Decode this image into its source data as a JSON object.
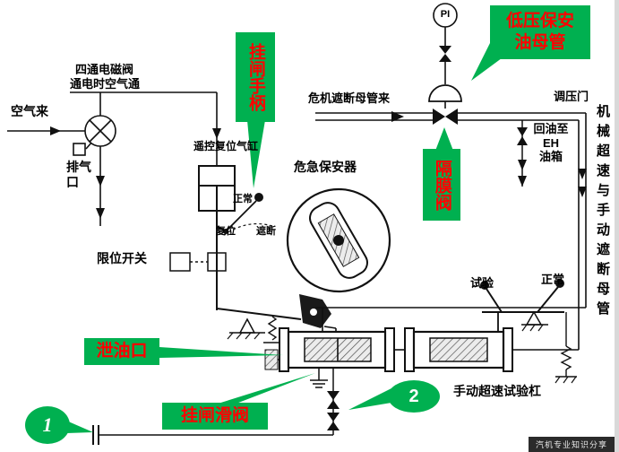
{
  "colors": {
    "green": "#00B050",
    "red": "#FF0000",
    "line": "#111111",
    "white": "#ffffff"
  },
  "gauge": {
    "label": "PI"
  },
  "callouts": {
    "latch_handle": {
      "text": "挂闸手柄"
    },
    "low_pressure_oil_header": {
      "text": "低压保安\n油母管"
    },
    "diaphragm_valve": {
      "text": "隔膜阀"
    },
    "oil_drain_port": {
      "text": "泄油口"
    },
    "latch_slide_valve": {
      "text": "挂闸滑阀"
    },
    "marker_1": {
      "text": "1"
    },
    "marker_2": {
      "text": "2"
    }
  },
  "labels": {
    "four_way_solenoid_valve": "四通电磁阀",
    "air_passes_when_energized": "通电时空气通",
    "air_inlet": "空气来",
    "exhaust_port": "排气口",
    "remote_reset_cylinder": "遥控复位气缸",
    "emergency_governor": "危急保安器",
    "emergency_trip_header_from": "危机遮断母管来",
    "oil_return_to_eh_tank": "回油至\nEH\n油箱",
    "pressure_regulating_valve": "调压门",
    "mechanical_overspeed_header": "机械超速与手动遮断母管",
    "handle_normal": "正常",
    "handle_reset": "复位",
    "handle_trip": "遮断",
    "limit_switch": "限位开关",
    "lever_test": "试验",
    "lever_normal": "正常",
    "manual_overspeed_test_lever": "手动超速试验杠",
    "watermark": "汽机专业知识分享"
  }
}
